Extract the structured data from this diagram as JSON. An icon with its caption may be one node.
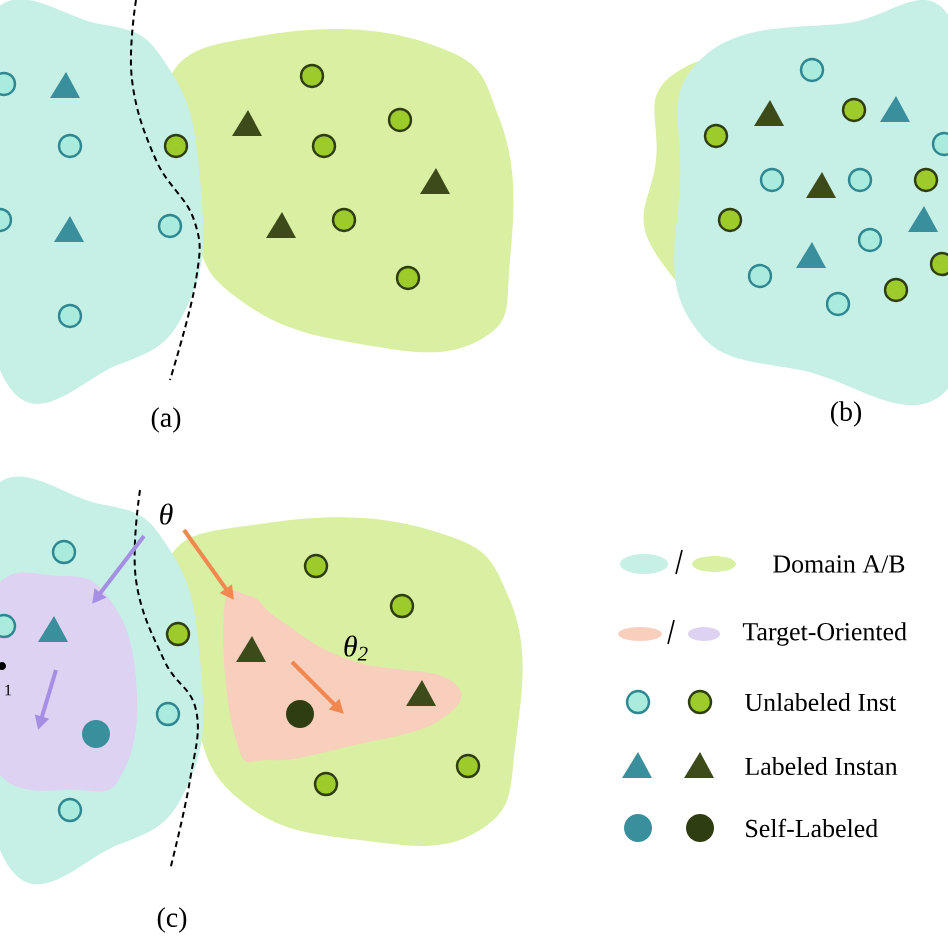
{
  "diagram": {
    "labels": [
      "(a)",
      "(b)",
      "θ",
      "θ$_{2}$",
      "1",
      "(c)"
    ],
    "legend": [
      {
        "text": "Domain A/B"
      },
      {
        "text": "Target-Oriented"
      },
      {
        "text": "Unlabeled Inst"
      },
      {
        "text": "Labeled Instan"
      },
      {
        "text": "Self-Labeled"
      }
    ]
  }
}
